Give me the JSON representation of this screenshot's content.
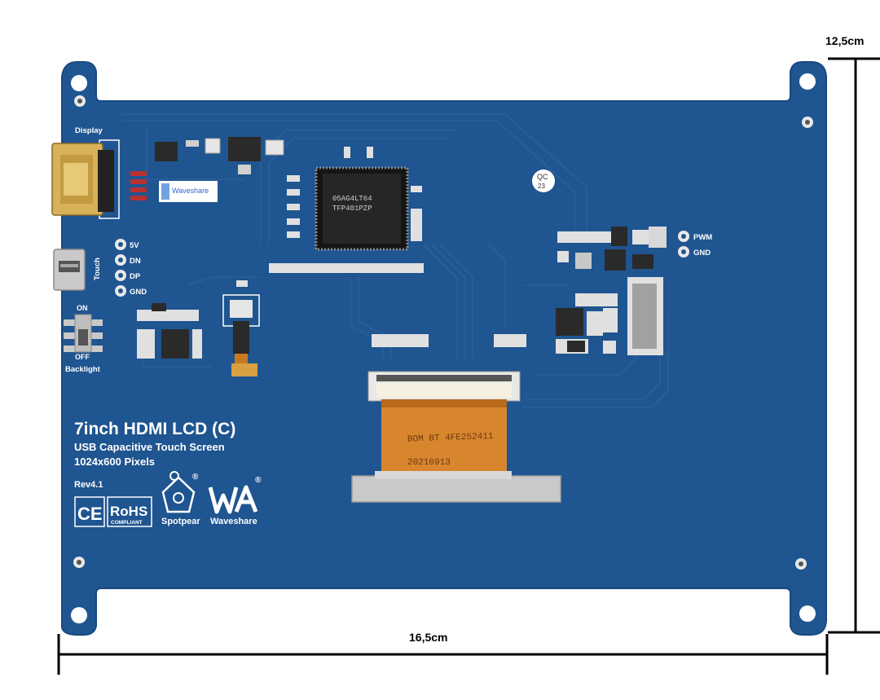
{
  "board": {
    "title": "7inch HDMI LCD (C)",
    "subtitle": "USB Capacitive Touch Screen",
    "resolution": "1024x600 Pixels",
    "revision": "Rev4.1",
    "display_label": "Display",
    "touch_label": "Touch",
    "backlight_label": "Backlight",
    "on_label": "ON",
    "off_label": "OFF",
    "pins_left": [
      "5V",
      "DN",
      "DP",
      "GND"
    ],
    "pins_right": [
      "PWM",
      "GND"
    ],
    "sticker_brand": "Waveshare",
    "qc_label": "QC",
    "qc_number": "23",
    "chip_main_line1": "05AG4LT64",
    "chip_main_line2": "TFP401PZP",
    "flex_print_line1": "BOM BT 4FE252411",
    "flex_print_line2": "20210913",
    "logos": {
      "ce": "CE",
      "rohs": "RoHS",
      "rohs_sub": "COMPLIANT",
      "spotpear": "Spotpear",
      "waveshare": "Waveshare",
      "registered": "®"
    }
  },
  "dimensions": {
    "width_label": "16,5cm",
    "height_label": "12,5cm"
  },
  "colors": {
    "pcb": "#1f5590",
    "pcb_edge": "#1a4a80",
    "trace": "#2a5f9c",
    "silkscreen": "#ffffff",
    "gold": "#d8b25a",
    "chip": "#2a2a2a",
    "flex": "#d8862e"
  }
}
